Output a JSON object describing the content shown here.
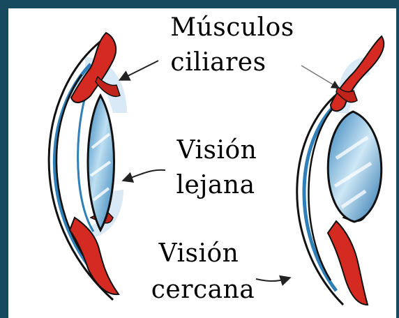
{
  "labels": {
    "ciliary_muscles_line1": "Músculos",
    "ciliary_muscles_line2": "ciliares",
    "distance_vision_line1": "Visión",
    "distance_vision_line2": "lejana",
    "near_vision_line1": "Visión",
    "near_vision_line2": "cercana"
  },
  "colors": {
    "frame": "#17495f",
    "muscle": "#d42a22",
    "muscle_dark": "#8a1410",
    "lens_blue": "#3f8fc6",
    "lens_light": "#cfe6f4",
    "outline": "#111111"
  }
}
